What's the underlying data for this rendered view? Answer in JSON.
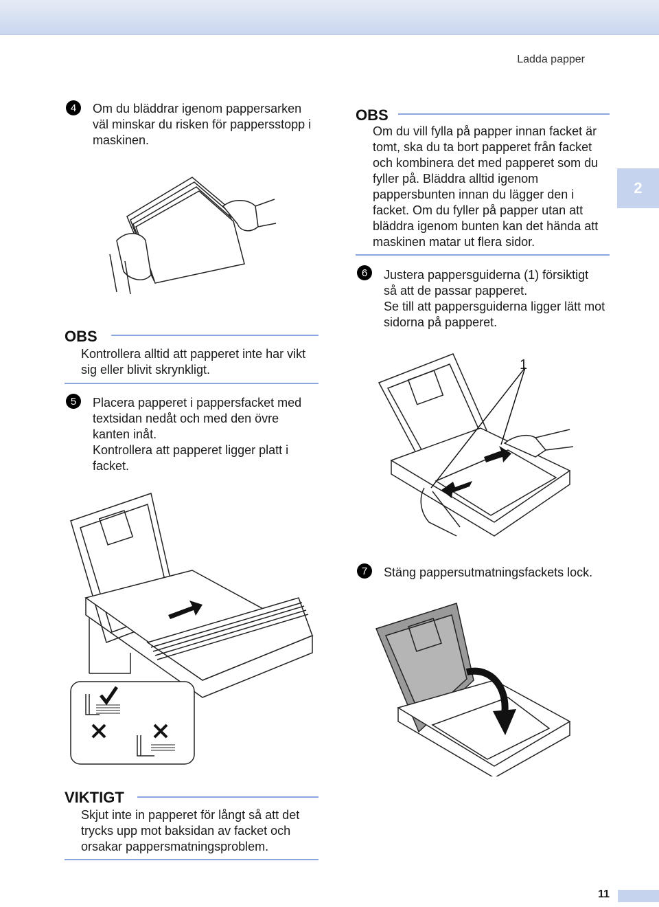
{
  "header": {
    "title": "Ladda papper",
    "chapter": "2"
  },
  "left": {
    "step4": {
      "number": "4",
      "lines": [
        "Om du bläddrar igenom pappersarken",
        "väl minskar du risken för pappersstopp i",
        "maskinen."
      ]
    },
    "note1": {
      "heading": "OBS",
      "lines": [
        "Kontrollera alltid att papperet inte har vikt",
        "sig eller blivit skrynkligt."
      ]
    },
    "step5": {
      "number": "5",
      "lines": [
        "Placera papperet i pappersfacket med",
        "textsidan nedåt och med den övre",
        "kanten inåt.",
        "Kontrollera att papperet ligger platt i",
        "facket."
      ]
    },
    "important": {
      "heading": "VIKTIGT",
      "lines": [
        "Skjut inte in papperet för långt så att det",
        "trycks upp mot baksidan av facket och",
        "orsakar pappersmatningsproblem."
      ]
    }
  },
  "right": {
    "note2": {
      "heading": "OBS",
      "lines": [
        "Om du vill fylla på papper innan facket är",
        "tomt, ska du ta bort papperet från facket",
        "och kombinera det med papperet som du",
        "fyller på. Bläddra alltid igenom",
        "pappersbunten innan du lägger den i",
        "facket. Om du fyller på papper utan att",
        "bläddra igenom bunten kan det hända att",
        "maskinen matar ut flera sidor."
      ]
    },
    "step6": {
      "number": "6",
      "lines": [
        "Justera pappersguiderna (1) försiktigt",
        "så att de passar papperet.",
        "Se till att pappersguiderna ligger lätt mot",
        "sidorna på papperet."
      ],
      "callout": "1"
    },
    "step7": {
      "number": "7",
      "lines": [
        "Stäng pappersutmatningsfackets lock."
      ]
    }
  },
  "footer": {
    "page": "11"
  }
}
